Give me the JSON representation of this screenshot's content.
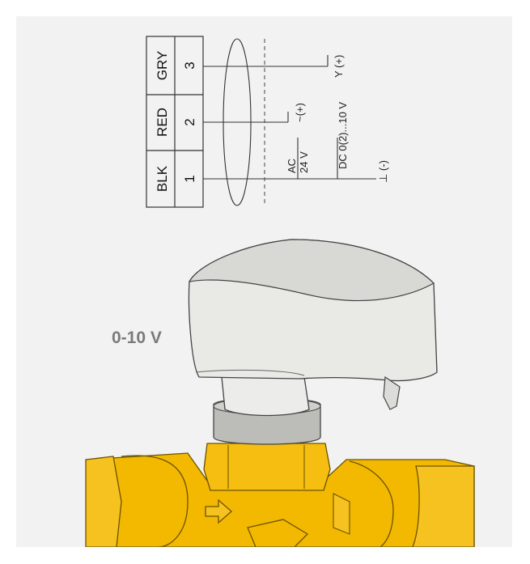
{
  "diagram": {
    "terminals": [
      {
        "number": "1",
        "color": "BLK"
      },
      {
        "number": "2",
        "color": "RED"
      },
      {
        "number": "3",
        "color": "GRY"
      }
    ],
    "supply_label": "AC\n24 V",
    "supply_symbol": "~(+)",
    "signal_range": "DC 0(2)...10 V",
    "signal_symbol": "Y (+)",
    "ground_symbol": "⊥ (-)"
  },
  "product": {
    "signal_label": "0-10 V"
  },
  "colors": {
    "panel": "#f2f2f2",
    "brass": "#f3b800",
    "housing": "#e7e7e4",
    "line": "#333333"
  }
}
